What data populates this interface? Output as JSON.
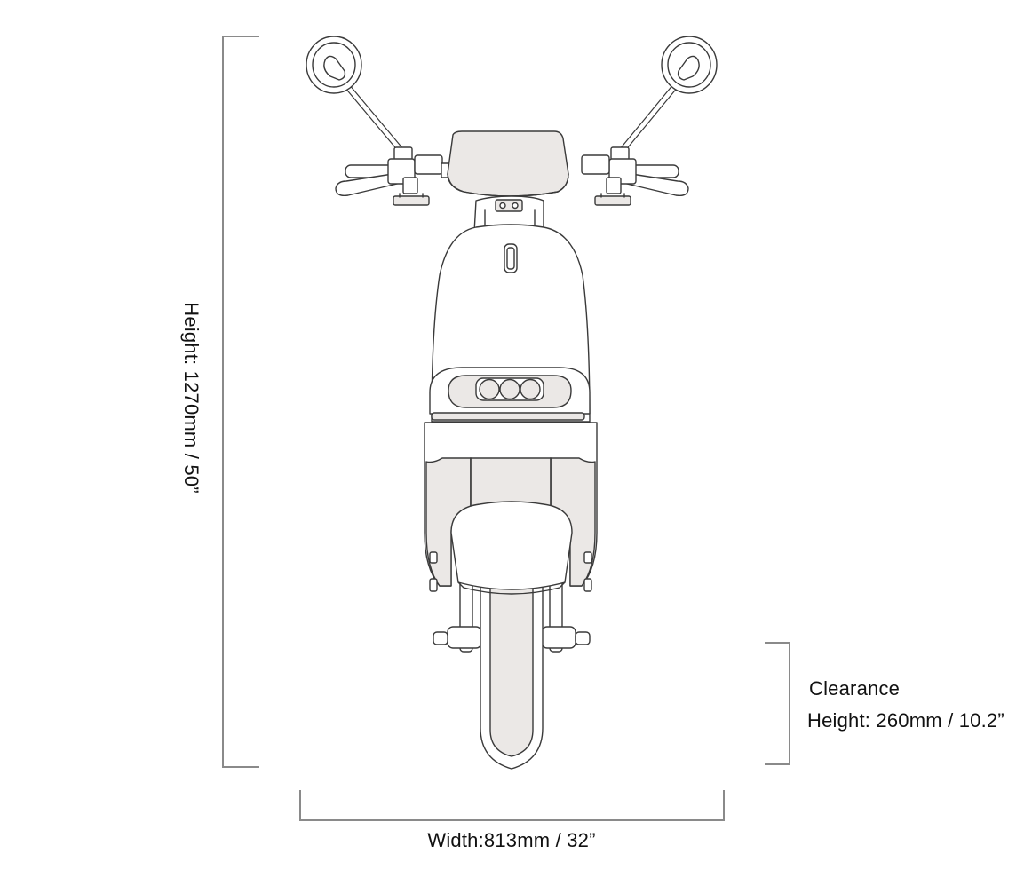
{
  "dimensions": {
    "height_label": "Height: 1270mm / 50”",
    "clearance_line1": "Clearance",
    "clearance_line2": "Height: 260mm / 10.2”",
    "width_label": "Width:813mm / 32”"
  },
  "colors": {
    "outline": "#3a3a3a",
    "body_fill": "#ffffff",
    "shade_fill": "#ebe8e6",
    "dimension_line": "#8a8a8a"
  }
}
